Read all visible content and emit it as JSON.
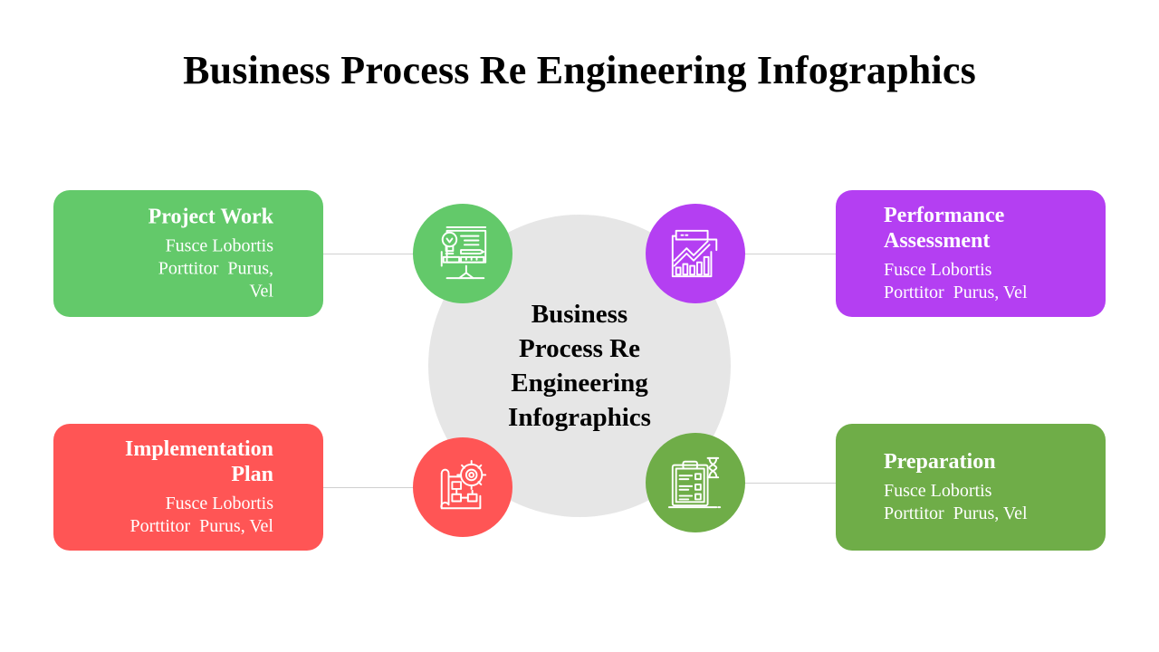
{
  "title": "Business Process Re Engineering Infographics",
  "center": {
    "lines": [
      "Business",
      "Process Re",
      "Engineering",
      "Infographics"
    ]
  },
  "colors": {
    "light_green": "#63c96a",
    "purple": "#b43ff2",
    "red": "#ff5555",
    "olive_green": "#6fad48",
    "center_gray": "#e6e6e6",
    "connector": "#d0d0d0"
  },
  "cards": [
    {
      "title_lines": [
        "Project Work"
      ],
      "desc_lines": [
        "Fusce Lobortis",
        "Porttitor  Purus,",
        "Vel"
      ],
      "icon": "idea-presentation-board-icon"
    },
    {
      "title_lines": [
        "Performance",
        "Assessment"
      ],
      "desc_lines": [
        "Fusce Lobortis",
        "Porttitor  Purus, Vel"
      ],
      "icon": "growth-chart-report-icon"
    },
    {
      "title_lines": [
        "Implementation",
        "Plan"
      ],
      "desc_lines": [
        "Fusce Lobortis",
        "Porttitor  Purus, Vel"
      ],
      "icon": "gear-blueprint-flowchart-icon"
    },
    {
      "title_lines": [
        "Preparation"
      ],
      "desc_lines": [
        "Fusce Lobortis",
        "Porttitor  Purus, Vel"
      ],
      "icon": "clipboard-checklist-hourglass-icon"
    }
  ]
}
